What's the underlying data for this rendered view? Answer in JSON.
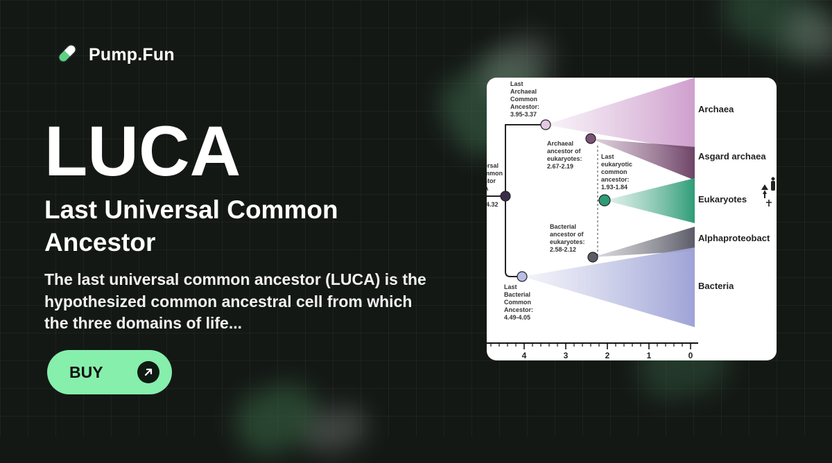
{
  "brand": {
    "name": "Pump.Fun",
    "logo_icon": "pill-icon",
    "colors": {
      "accent": "#86efac",
      "background": "#141815"
    }
  },
  "token": {
    "ticker": "LUCA",
    "name": "Last Universal Common Ancestor",
    "description": "The last universal common ancestor (LUCA) is the hypothesized common ancestral cell from which the three domains of life..."
  },
  "actions": {
    "buy_label": "BUY",
    "buy_icon": "arrow-up-right-icon"
  },
  "image": {
    "node_labels": {
      "last_archaeal_common_ancestor": [
        "Last",
        "Archaeal",
        "Common",
        "Ancestor:",
        "3.95-3.37"
      ],
      "archaeal_ancestor_of_eukaryotes": [
        "Archaeal",
        "ancestor of",
        "eukaryotes:",
        "2.67-2.19"
      ],
      "last_eukaryotic_common_ancestor": [
        "Last",
        "eukaryotic",
        "common",
        "ancestor:",
        "1.93-1.84"
      ],
      "bacterial_ancestor_of_eukaryotes": [
        "Bacterial",
        "ancestor of",
        "eukaryotes:",
        "2.58-2.12"
      ],
      "last_bacterial_common_ancestor": [
        "Last",
        "Bacterial",
        "Common",
        "Ancestor:",
        "4.49-4.05"
      ],
      "luca_partial": [
        "ersal",
        "mmon",
        "stor",
        "A",
        "-4.32"
      ]
    },
    "lineages": [
      "Archaea",
      "Asgard archaea",
      "Eukaryotes",
      "Alphaproteobact",
      "Bacteria"
    ],
    "axis_ticks": [
      "4",
      "3",
      "2",
      "1",
      "0"
    ]
  }
}
